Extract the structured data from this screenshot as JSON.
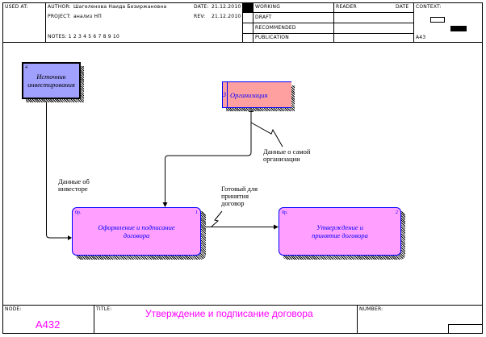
{
  "header": {
    "used_at": "USED AT:",
    "author_label": "AUTHOR:",
    "author": "Шагеленова Наида Безиржановна",
    "project_label": "PROJECT:",
    "project": "анализ НП",
    "date_label": "DATE:",
    "date": "21.12.2010",
    "rev_label": "REV:",
    "rev": "21.12.2010",
    "notes": "NOTES: 1 2 3 4 5 6 7 8 9 10",
    "status": [
      "WORKING",
      "DRAFT",
      "RECOMMENDED",
      "PUBLICATION"
    ],
    "reader": "READER",
    "reader_date": "DATE",
    "context": "CONTEXT:",
    "context_node": "A43"
  },
  "diagram": {
    "external": [
      {
        "id": "4",
        "label": "Источник инвестирования",
        "color": "#a0a0ff"
      },
      {
        "id": "3",
        "label": "Организация",
        "color": "#ffa0a0"
      }
    ],
    "activities": [
      {
        "num": "1",
        "cost": "0р.",
        "label": "Оформление и подписание договора"
      },
      {
        "num": "2",
        "cost": "0р.",
        "label": "Утверждение и принятие договора"
      }
    ],
    "arrows": [
      "Данные об инвесторе",
      "Данные о самой организации",
      "Готовый для принятия договор"
    ],
    "box_color": "#ff9fff",
    "accent": "#0000ff"
  },
  "footer": {
    "node_label": "NODE:",
    "node": "A432",
    "title_label": "TITLE:",
    "title": "Утверждение и подписание договора",
    "number_label": "NUMBER:"
  }
}
